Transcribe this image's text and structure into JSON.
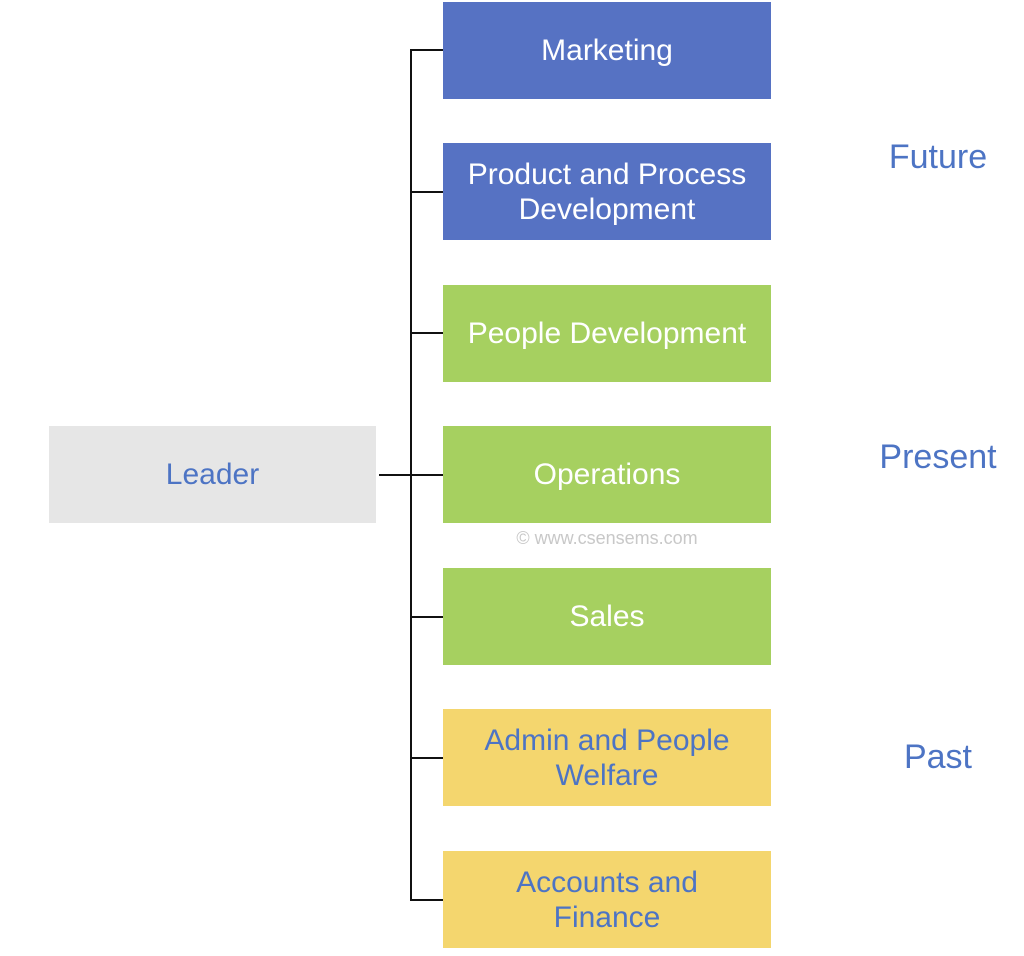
{
  "leader": {
    "label": "Leader"
  },
  "departments": [
    {
      "label": "Marketing",
      "era": "Future"
    },
    {
      "label": "Product and Process Development",
      "era": "Future"
    },
    {
      "label": "People Development",
      "era": "Present"
    },
    {
      "label": "Operations",
      "era": "Present"
    },
    {
      "label": "Sales",
      "era": "Present"
    },
    {
      "label": "Admin and People Welfare",
      "era": "Past"
    },
    {
      "label": "Accounts and Finance",
      "era": "Past"
    }
  ],
  "eras": {
    "future": "Future",
    "present": "Present",
    "past": "Past"
  },
  "watermark": "© www.csensems.com",
  "colors": {
    "future": "#5672c3",
    "present": "#a6d060",
    "past": "#f4d66e",
    "leader": "#e6e6e6",
    "text_blue": "#4d74c4"
  }
}
